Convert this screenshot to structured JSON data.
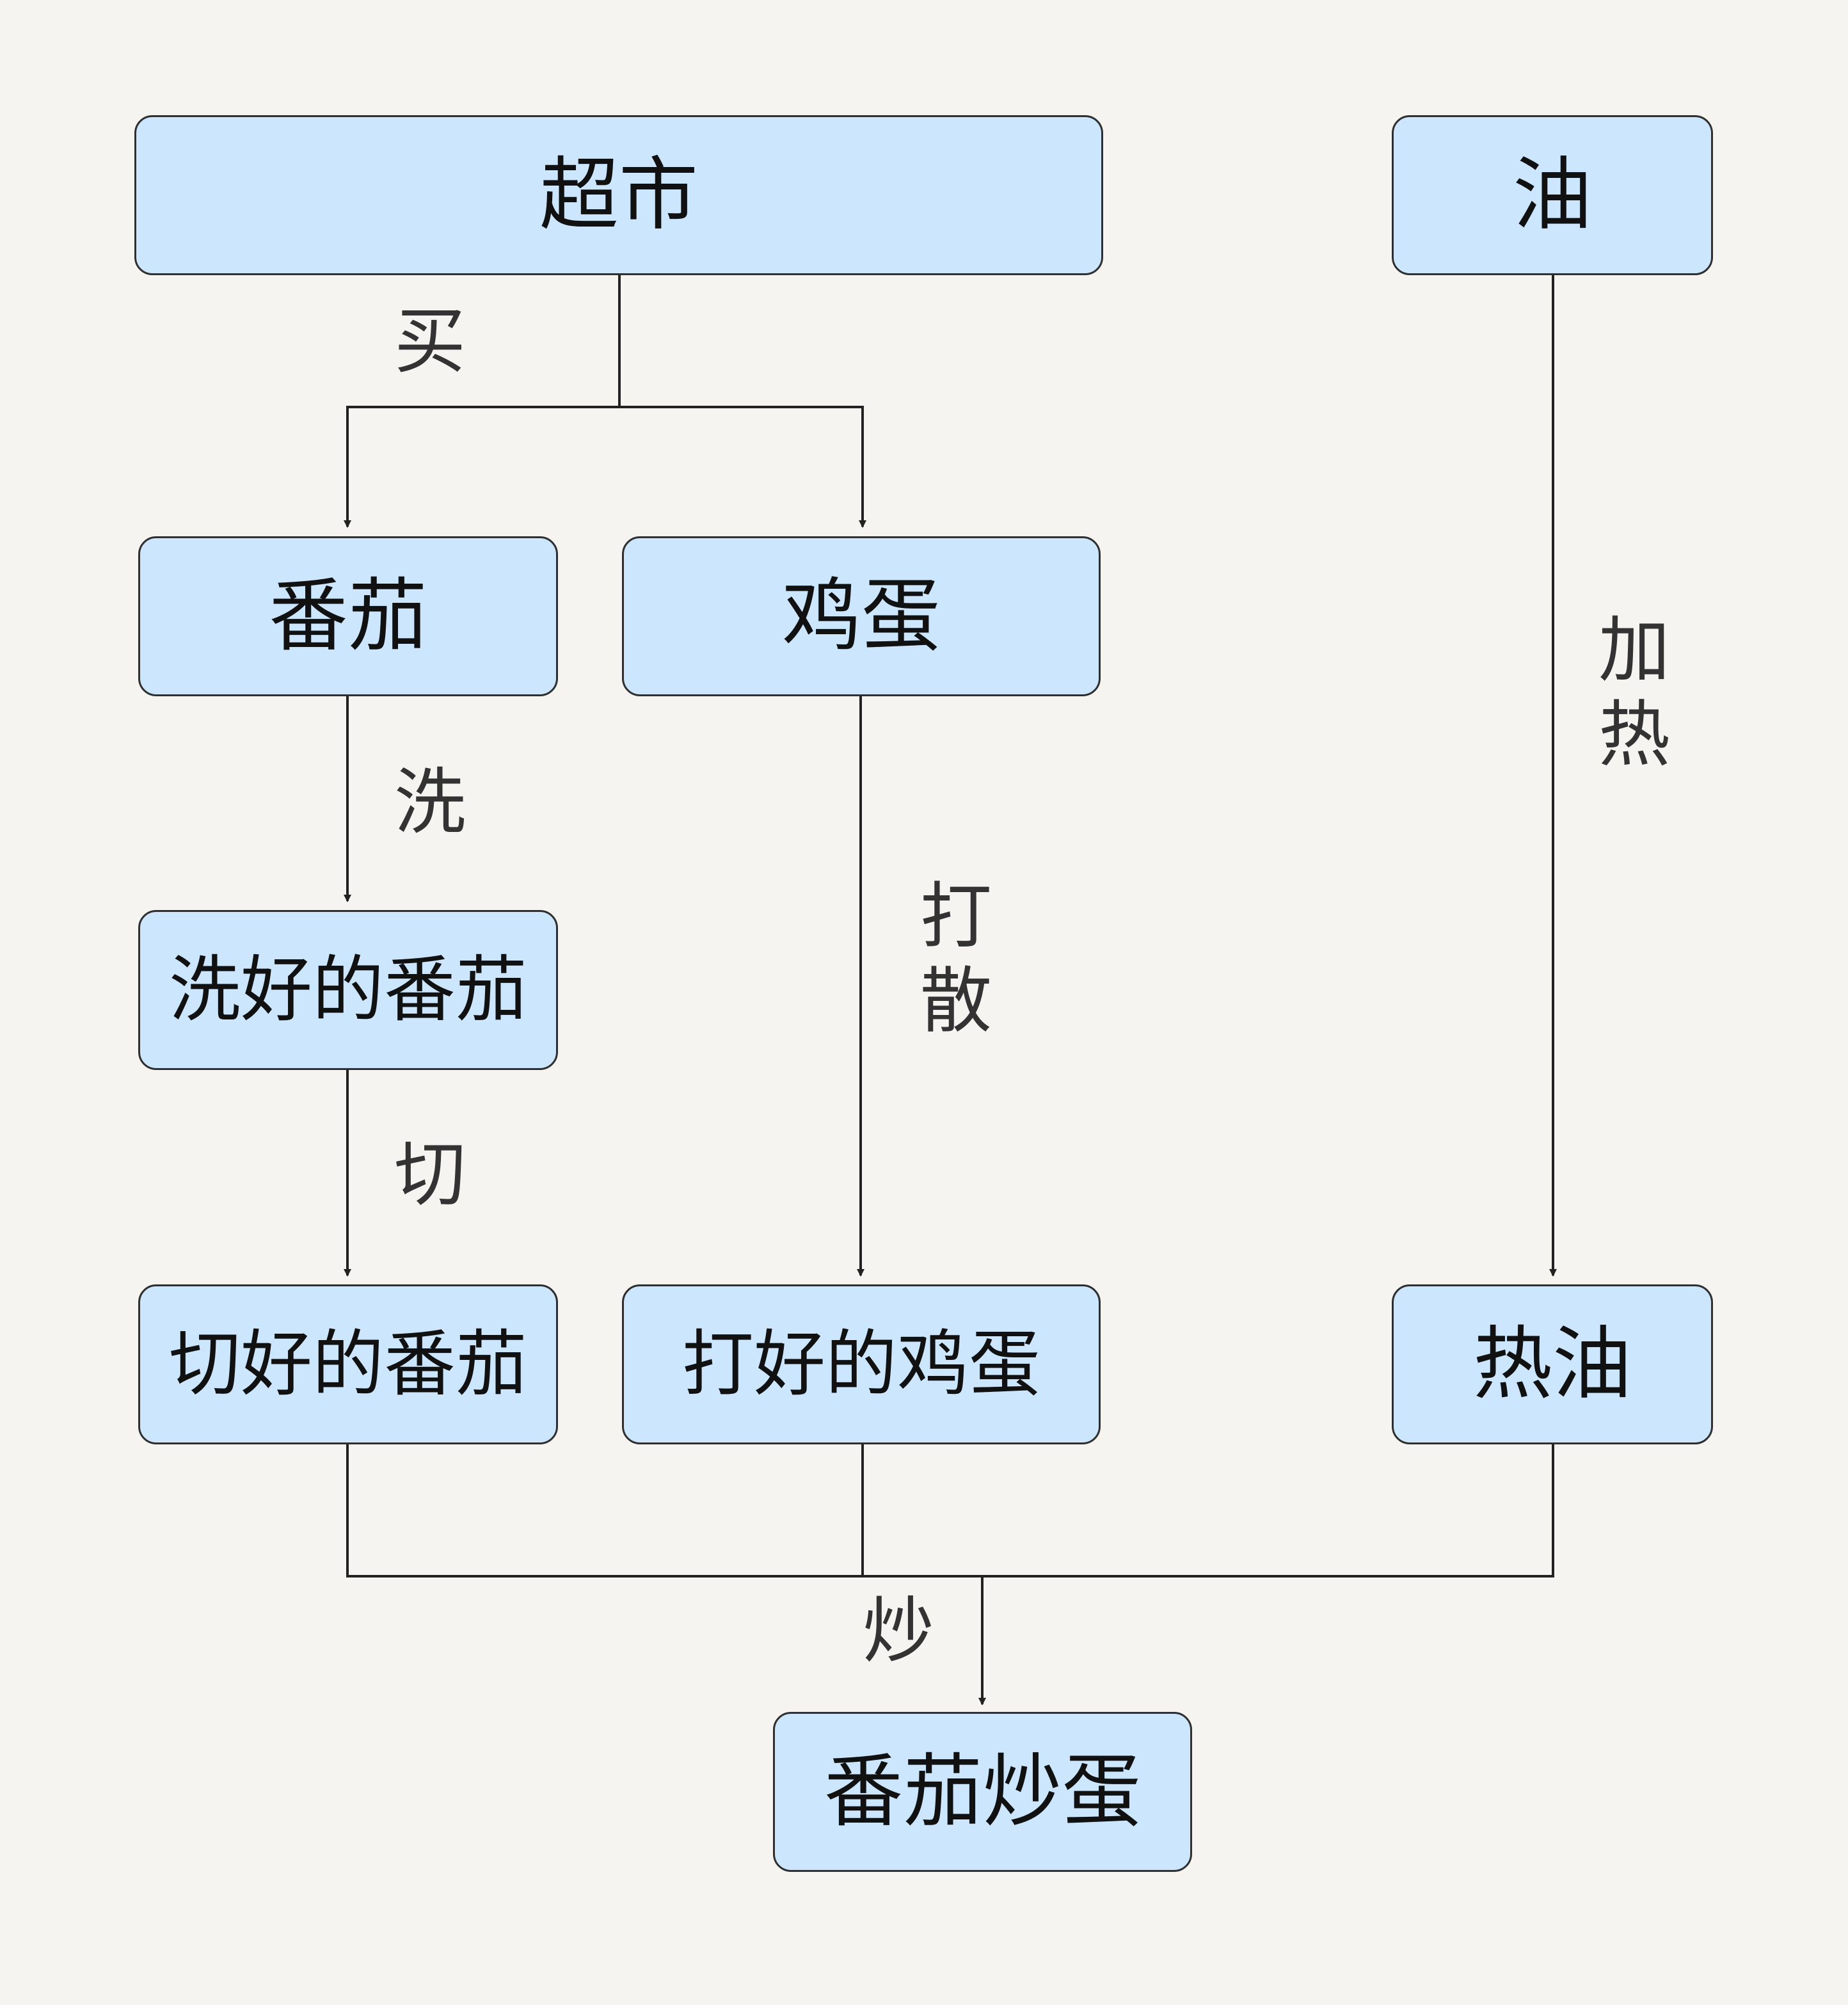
{
  "nodes": {
    "supermarket": "超市",
    "oil": "油",
    "tomato": "番茄",
    "egg": "鸡蛋",
    "washed_tomato": "洗好的番茄",
    "cut_tomato": "切好的番茄",
    "beaten_egg": "打好的鸡蛋",
    "hot_oil": "热油",
    "result": "番茄炒蛋"
  },
  "edges": {
    "buy": "买",
    "wash": "洗",
    "cut": "切",
    "beat": "打散",
    "heat": "加热",
    "stir_fry": "炒"
  }
}
